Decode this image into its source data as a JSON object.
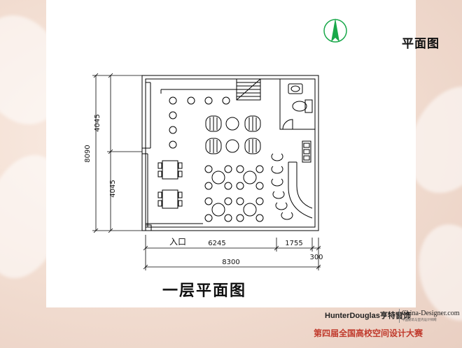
{
  "slide": {
    "title": "平面图",
    "plan_caption": "一层平面图",
    "brand": {
      "sponsor": "HunterDouglas亨特窗饰",
      "site": "China-Designer.com",
      "site_sub": "中国建筑与室内设计师网",
      "contest": "第四届全国高校空间设计大赛"
    },
    "colors": {
      "line": "#000000",
      "contest_red": "#c0392b",
      "north_arrow": "#19a84a"
    }
  },
  "plan": {
    "entrance_label": "入口",
    "dimensions": {
      "bottom_segment_1": "6245",
      "bottom_segment_2": "1755",
      "bottom_segment_3": "300",
      "bottom_total": "8300",
      "left_upper": "4045",
      "left_lower": "4045",
      "left_total": "8090"
    },
    "icons": [
      "north-arrow-icon",
      "stair-icon",
      "toilet-icon",
      "sink-icon",
      "bar-counter-icon"
    ]
  }
}
